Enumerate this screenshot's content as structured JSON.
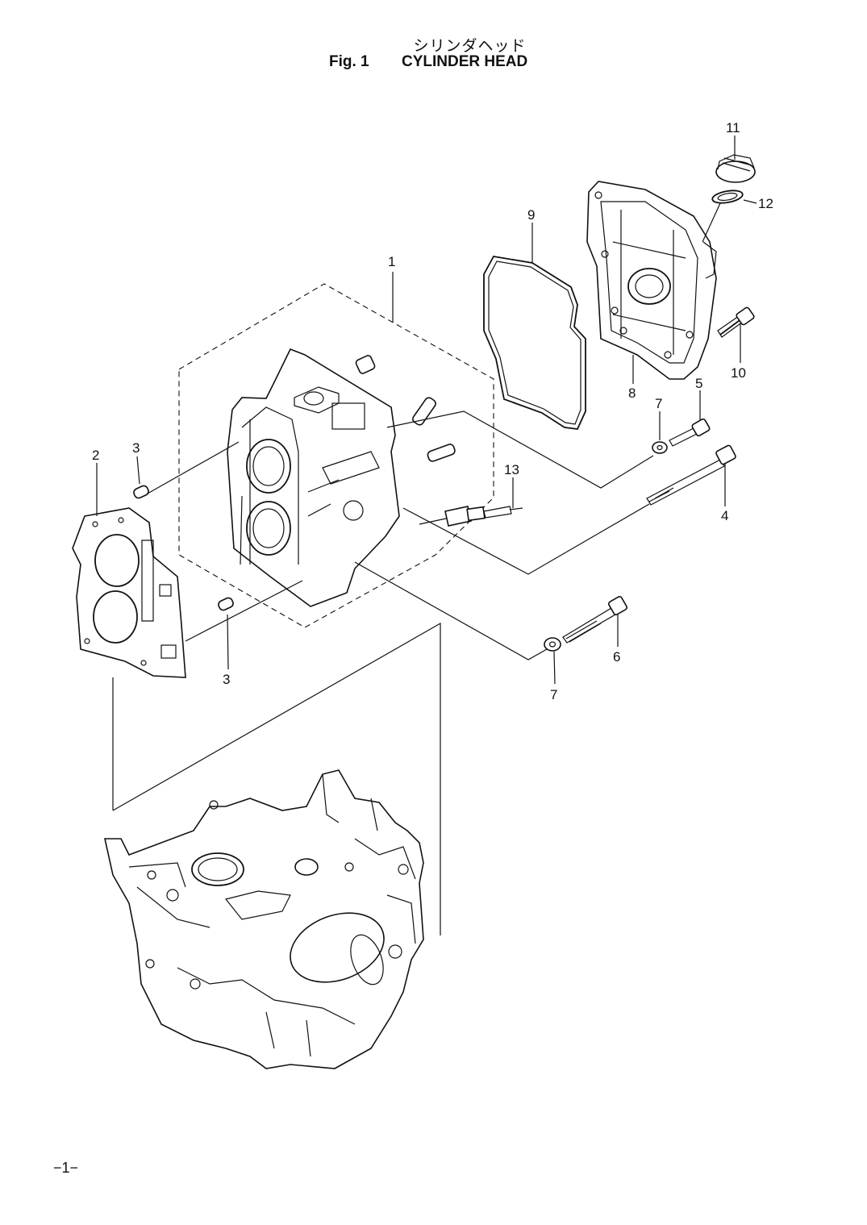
{
  "header": {
    "title_japanese": "シリンダヘッド",
    "figure_label": "Fig. 1",
    "title_english": "CYLINDER HEAD"
  },
  "callouts": [
    "1",
    "2",
    "3",
    "3",
    "4",
    "5",
    "6",
    "7",
    "7",
    "8",
    "9",
    "10",
    "11",
    "12",
    "13"
  ],
  "footer": {
    "page_number": "−1−"
  }
}
